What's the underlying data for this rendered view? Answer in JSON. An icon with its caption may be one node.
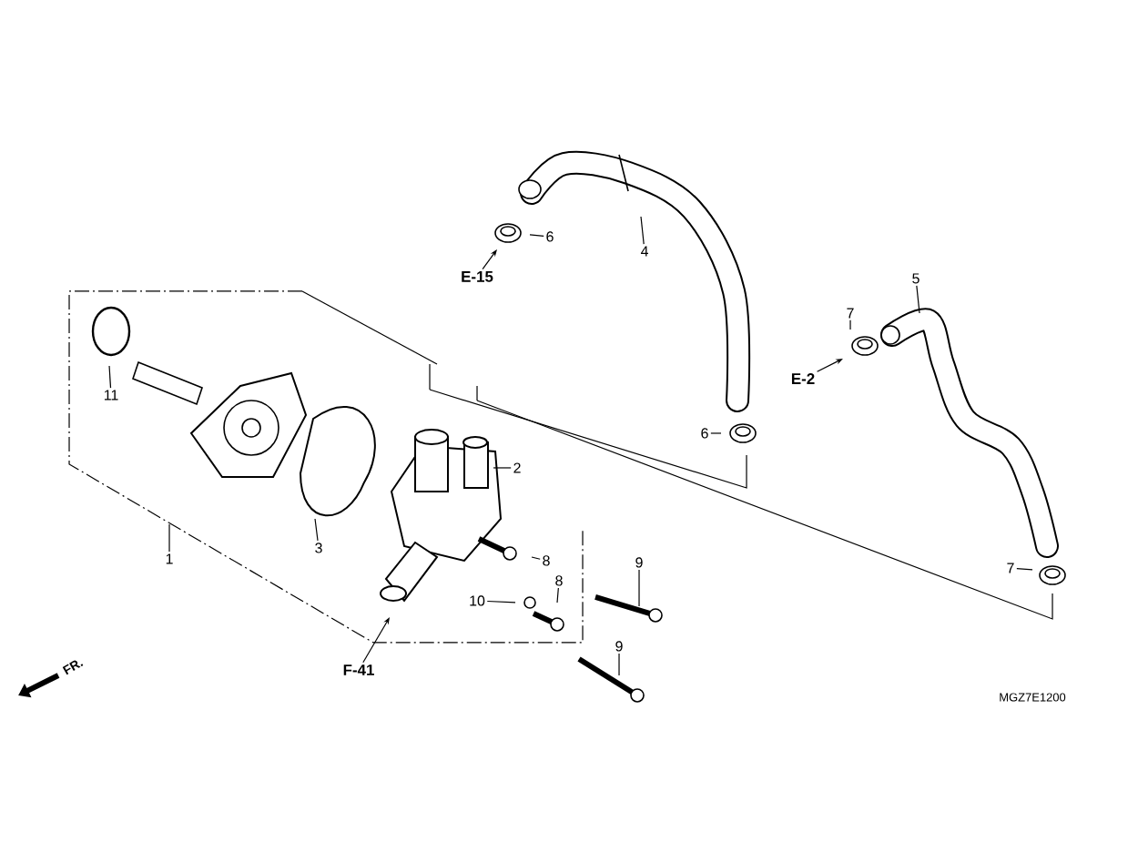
{
  "diagram": {
    "nodes": [
      {
        "text": [
          "1"
        ]
      },
      {
        "text": [
          "2"
        ]
      },
      {
        "text": [
          "3"
        ]
      },
      {
        "text": [
          "4"
        ]
      },
      {
        "text": [
          "5"
        ]
      },
      {
        "text": [
          "6"
        ]
      },
      {
        "text": [
          "6"
        ]
      },
      {
        "text": [
          "7"
        ]
      },
      {
        "text": [
          "7"
        ]
      },
      {
        "text": [
          "8"
        ]
      },
      {
        "text": [
          "8"
        ]
      },
      {
        "text": [
          "9"
        ]
      },
      {
        "text": [
          "9"
        ]
      },
      {
        "text": [
          "10"
        ]
      },
      {
        "text": [
          "11"
        ]
      },
      {
        "text": [
          "E-15"
        ]
      },
      {
        "text": [
          "E-2"
        ]
      },
      {
        "text": [
          "F-41"
        ]
      }
    ],
    "edges": [
      {
        "from": 0,
        "to": null,
        "arrow": "none"
      },
      {
        "from": 1,
        "to": null,
        "arrow": "none"
      },
      {
        "from": 2,
        "to": null,
        "arrow": "none"
      },
      {
        "from": 3,
        "to": null,
        "arrow": "none"
      },
      {
        "from": 4,
        "to": null,
        "arrow": "none"
      },
      {
        "from": 5,
        "to": null,
        "arrow": "none"
      },
      {
        "from": 6,
        "to": null,
        "arrow": "none"
      },
      {
        "from": 7,
        "to": null,
        "arrow": "none"
      },
      {
        "from": 8,
        "to": null,
        "arrow": "none"
      },
      {
        "from": 9,
        "to": null,
        "arrow": "none"
      },
      {
        "from": 10,
        "to": null,
        "arrow": "none"
      },
      {
        "from": 11,
        "to": null,
        "arrow": "none"
      },
      {
        "from": 12,
        "to": null,
        "arrow": "none"
      },
      {
        "from": 13,
        "to": null,
        "arrow": "none"
      },
      {
        "from": 14,
        "to": null,
        "arrow": "none"
      },
      {
        "from": 15,
        "to": null,
        "arrow": "to"
      },
      {
        "from": 16,
        "to": null,
        "arrow": "to"
      },
      {
        "from": 17,
        "to": null,
        "arrow": "to"
      }
    ],
    "labels": [
      "FR.",
      "MGZ7E1200"
    ]
  }
}
